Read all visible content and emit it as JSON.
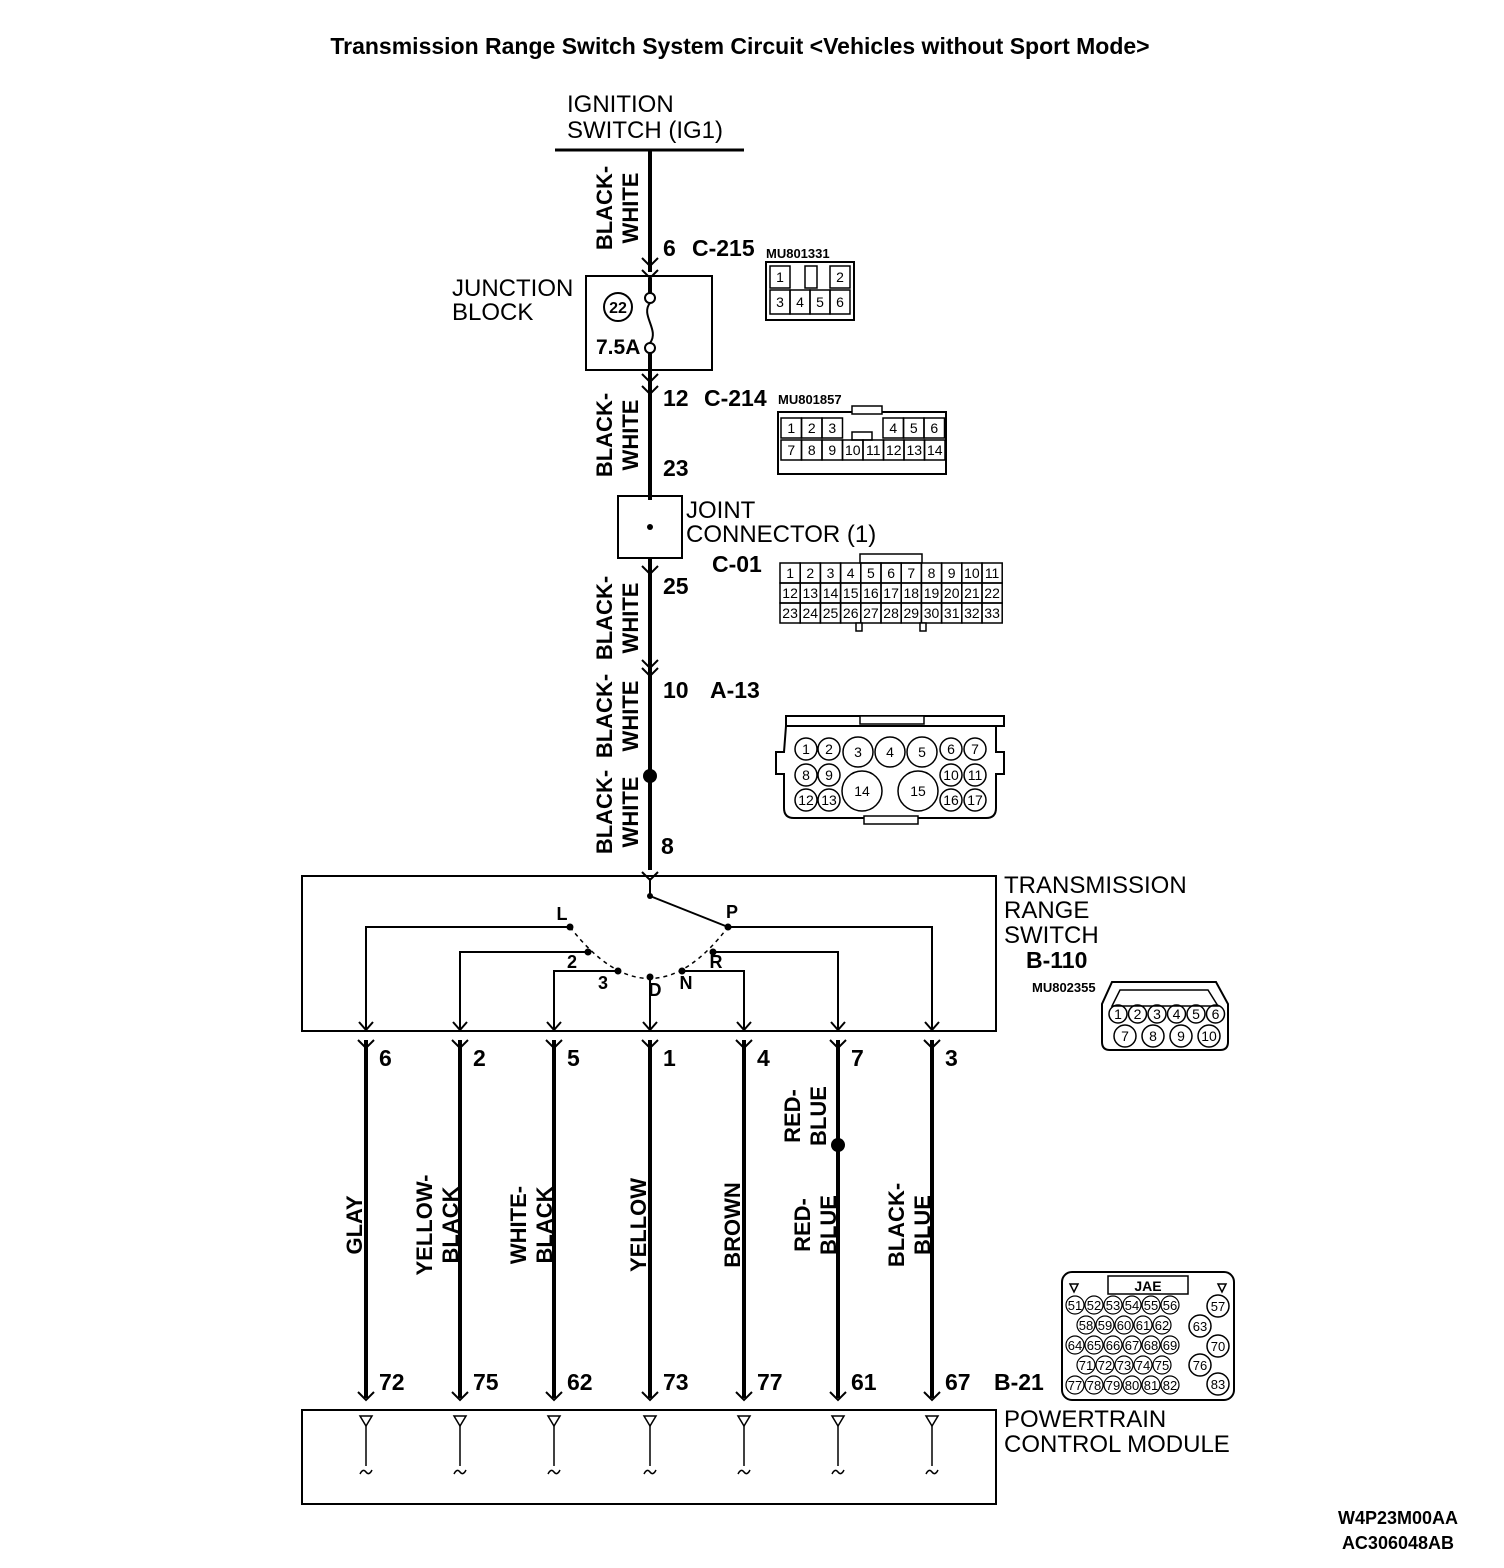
{
  "title": "Transmission Range Switch System Circuit <Vehicles without Sport Mode>",
  "ignition": {
    "line1": "IGNITION",
    "line2": "SWITCH (IG1)"
  },
  "wire_top": {
    "line1": "BLACK-",
    "line2": "WHITE"
  },
  "c215": {
    "pin_top": "6",
    "name": "C-215",
    "part": "MU801331",
    "cells_top": [
      "1",
      "2"
    ],
    "cells_bottom": [
      "3",
      "4",
      "5",
      "6"
    ]
  },
  "junction_block": {
    "line1": "JUNCTION",
    "line2": "BLOCK",
    "fuse_no": "22",
    "fuse_rating": "7.5A"
  },
  "c214": {
    "pin_top": "12",
    "name": "C-214",
    "part": "MU801857",
    "pin_bottom": "23",
    "row1_left": [
      "1",
      "2",
      "3"
    ],
    "row1_right": [
      "4",
      "5",
      "6"
    ],
    "row2": [
      "7",
      "8",
      "9",
      "10",
      "11",
      "12",
      "13",
      "14"
    ]
  },
  "joint_connector": {
    "line1": "JOINT",
    "line2": "CONNECTOR (1)",
    "name": "C-01",
    "pin_bottom": "25",
    "row1": [
      "1",
      "2",
      "3",
      "4",
      "5",
      "6",
      "7",
      "8",
      "9",
      "10",
      "11"
    ],
    "row2": [
      "12",
      "13",
      "14",
      "15",
      "16",
      "17",
      "18",
      "19",
      "20",
      "21",
      "22"
    ],
    "row3": [
      "23",
      "24",
      "25",
      "26",
      "27",
      "28",
      "29",
      "30",
      "31",
      "32",
      "33"
    ]
  },
  "a13": {
    "pin": "10",
    "name": "A-13",
    "small": [
      "1",
      "2",
      "3",
      "4",
      "5",
      "6",
      "7",
      "8",
      "9",
      "10",
      "11",
      "12",
      "13",
      "16",
      "17"
    ],
    "large": [
      "14",
      "15"
    ]
  },
  "switch_pin_in": "8",
  "trs": {
    "line1": "TRANSMISSION",
    "line2": "RANGE",
    "line3": "SWITCH",
    "name": "B-110",
    "part": "MU802355",
    "positions": [
      "L",
      "2",
      "3",
      "D",
      "N",
      "R",
      "P"
    ],
    "conn_row1": [
      "1",
      "2",
      "3",
      "4",
      "5",
      "6"
    ],
    "conn_row2": [
      "7",
      "8",
      "9",
      "10"
    ]
  },
  "outputs": [
    {
      "pin": "6",
      "wire1": "GLAY",
      "wire2": "",
      "pcm_pin": "72"
    },
    {
      "pin": "2",
      "wire1": "YELLOW-",
      "wire2": "BLACK",
      "pcm_pin": "75"
    },
    {
      "pin": "5",
      "wire1": "WHITE-",
      "wire2": "BLACK",
      "pcm_pin": "62"
    },
    {
      "pin": "1",
      "wire1": "YELLOW",
      "wire2": "",
      "pcm_pin": "73"
    },
    {
      "pin": "4",
      "wire1": "BROWN",
      "wire2": "",
      "pcm_pin": "77"
    },
    {
      "pin": "7",
      "wire1": "RED-",
      "wire2": "BLUE",
      "pcm_pin": "61"
    },
    {
      "pin": "3",
      "wire1": "BLACK-",
      "wire2": "BLUE",
      "pcm_pin": "67"
    }
  ],
  "red_blue_upper": {
    "line1": "RED-",
    "line2": "BLUE"
  },
  "b21": {
    "name": "B-21",
    "maker": "JAE",
    "rows": [
      [
        "51",
        "52",
        "53",
        "54",
        "55",
        "56"
      ],
      [
        "58",
        "59",
        "60",
        "61",
        "62"
      ],
      [
        "64",
        "65",
        "66",
        "67",
        "68",
        "69"
      ],
      [
        "71",
        "72",
        "73",
        "74",
        "75"
      ],
      [
        "77",
        "78",
        "79",
        "80",
        "81",
        "82"
      ]
    ],
    "side": [
      "57",
      "63",
      "70",
      "76",
      "83"
    ]
  },
  "pcm": {
    "line1": "POWERTRAIN",
    "line2": "CONTROL MODULE"
  },
  "codes": {
    "code1": "W4P23M00AA",
    "code2": "AC306048AB"
  }
}
